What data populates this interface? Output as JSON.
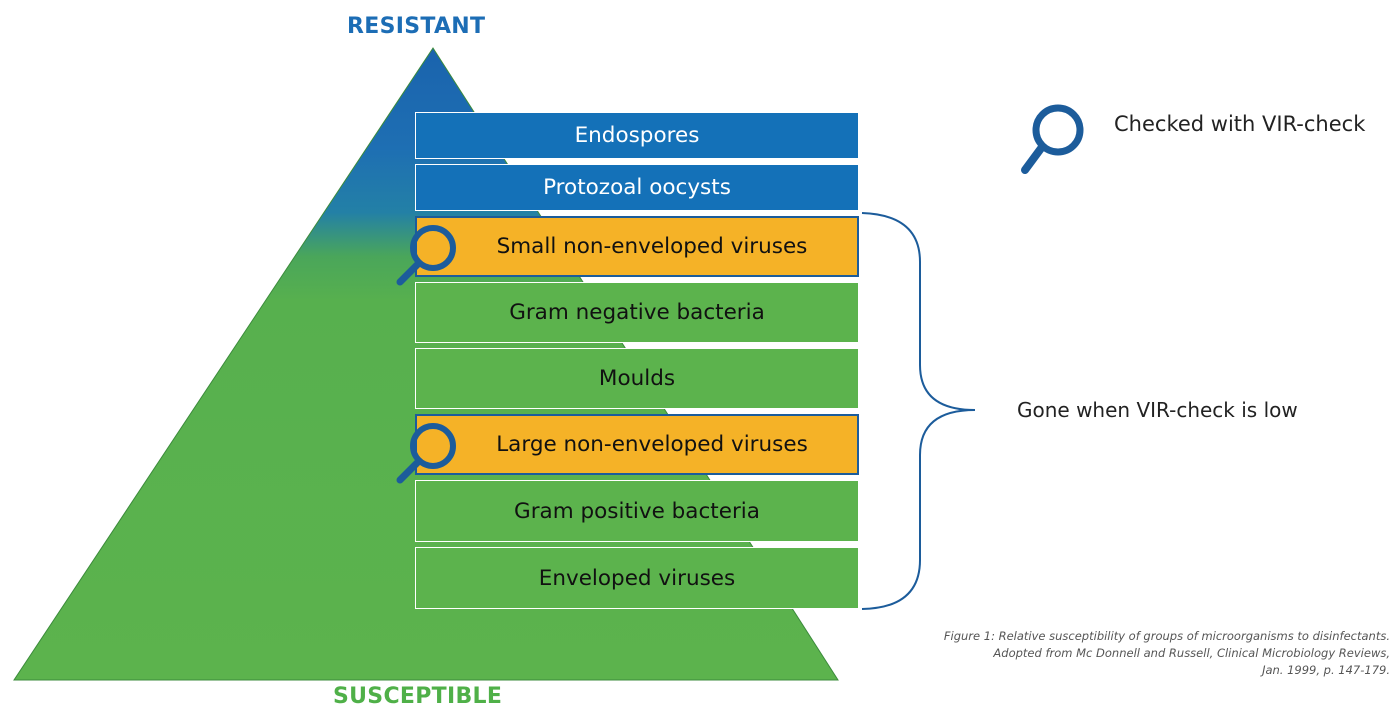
{
  "labels": {
    "top": "RESISTANT",
    "bottom": "SUSCEPTIBLE"
  },
  "bands": [
    {
      "label": "Endospores",
      "color": "blue",
      "checked": false
    },
    {
      "label": "Protozoal oocysts",
      "color": "blue",
      "checked": false
    },
    {
      "label": "Small non-enveloped viruses",
      "color": "orange",
      "checked": true
    },
    {
      "label": "Gram negative bacteria",
      "color": "green",
      "checked": false
    },
    {
      "label": "Moulds",
      "color": "green",
      "checked": false
    },
    {
      "label": "Large non-enveloped viruses",
      "color": "orange",
      "checked": true
    },
    {
      "label": "Gram positive bacteria",
      "color": "green",
      "checked": false
    },
    {
      "label": "Enveloped viruses",
      "color": "green",
      "checked": false
    }
  ],
  "legend": {
    "icon": "magnifier-icon",
    "text": "Checked with VIR-check"
  },
  "brace": {
    "text": "Gone when VIR-check is low"
  },
  "caption": {
    "line1": "Figure 1: Relative susceptibility of groups of microorganisms to disinfectants.",
    "line2": "Adopted from Mc Donnell and Russell, Clinical Microbiology Reviews,",
    "line3": "Jan. 1999, p. 147-179."
  },
  "colors": {
    "resistant_blue": "#1471b8",
    "susceptible_green": "#5cb34d",
    "checked_orange": "#f5b227",
    "icon_blue": "#1c5c9b"
  }
}
